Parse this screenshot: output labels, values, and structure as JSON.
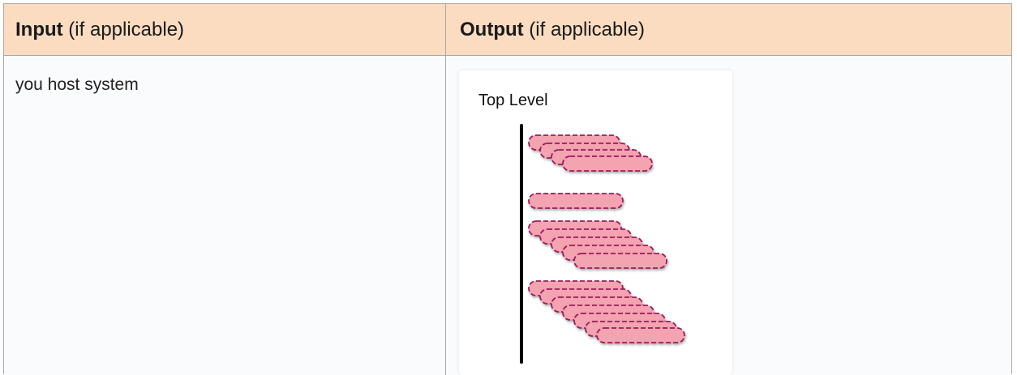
{
  "table": {
    "header": {
      "input": {
        "bold": "Input",
        "rest": " (if applicable)"
      },
      "output": {
        "bold": "Output",
        "rest": " (if applicable)"
      }
    },
    "input_cell": {
      "text": "you host system"
    },
    "output_cell": {
      "title": "Top Level"
    }
  },
  "colors": {
    "header_background": "#fbdcc0",
    "body_background": "#f9fbfd",
    "border": "#a9a9a9",
    "bar_fill": "#f4a3b1",
    "bar_stroke": "#9d1a5a",
    "axis_line": "#000000"
  }
}
